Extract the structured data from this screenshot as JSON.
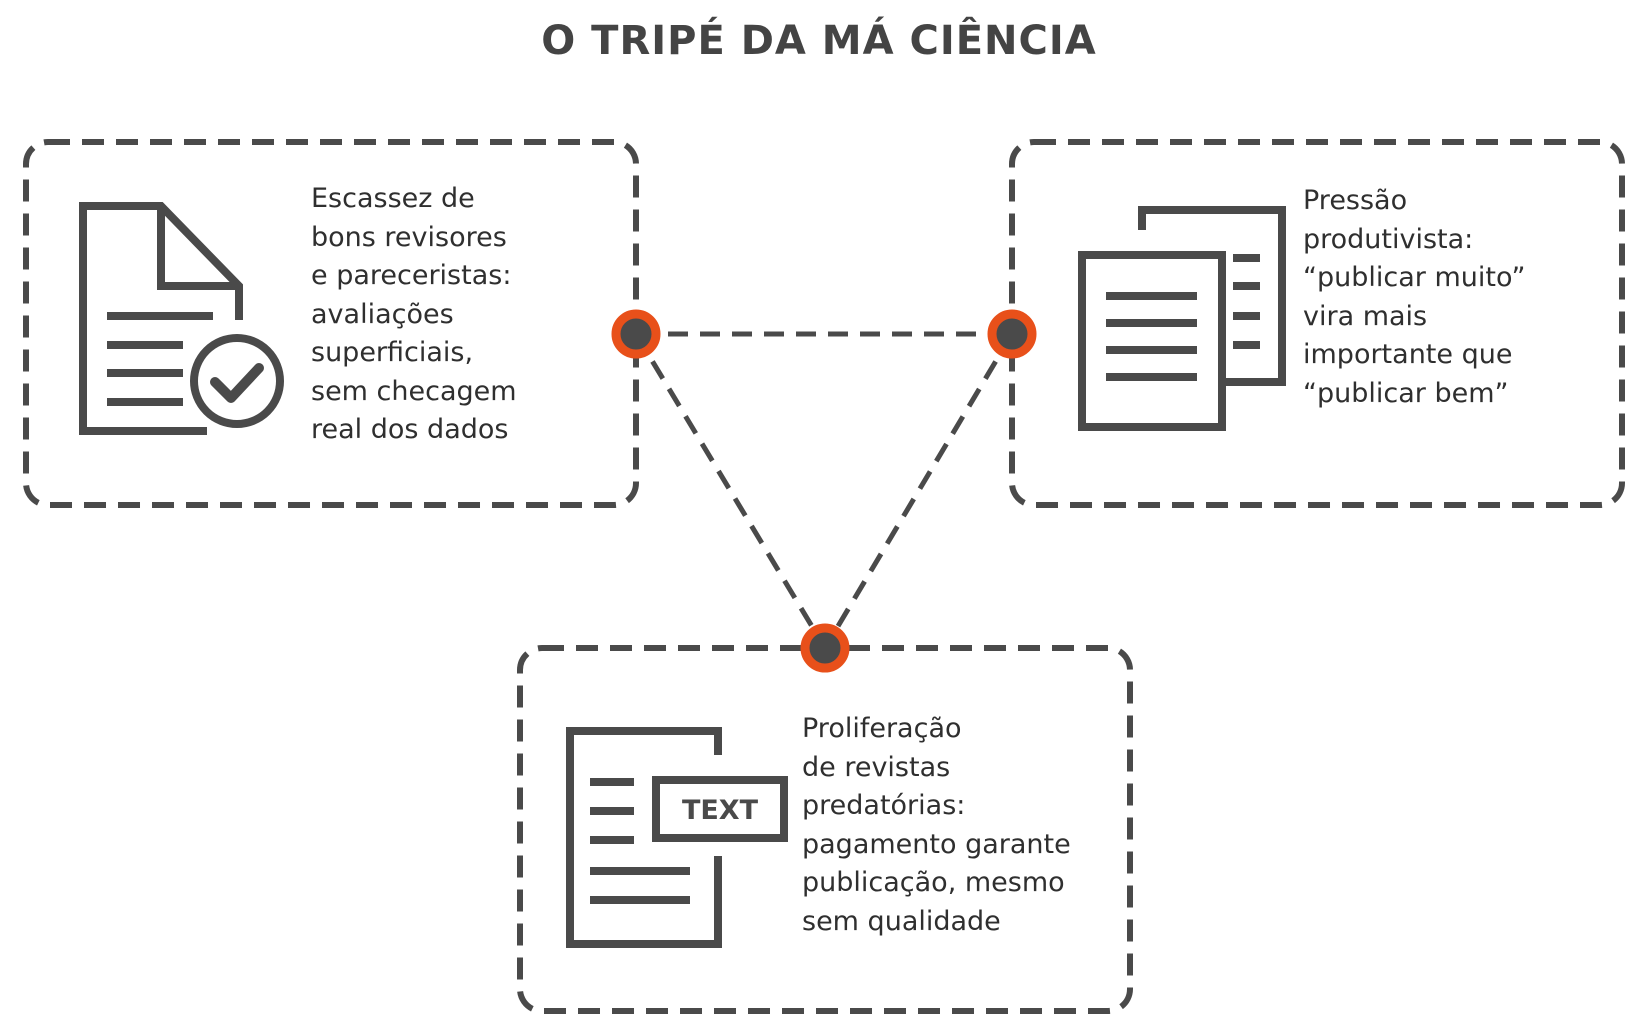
{
  "title": "O TRIPÉ DA MÁ CIÊNCIA",
  "colors": {
    "stroke": "#4a4a4a",
    "node_fill": "#4a4a4a",
    "node_ring": "#e8501a"
  },
  "boxes": [
    {
      "id": "reviewers",
      "icon": "document-check-icon",
      "lines": [
        "Escassez de",
        "bons revisores",
        "e pareceristas:",
        "avaliações",
        "superficiais,",
        "sem checagem",
        "real dos dados"
      ]
    },
    {
      "id": "productivism",
      "icon": "documents-stack-icon",
      "lines": [
        "Pressão",
        "produtivista:",
        "“publicar muito”",
        "vira mais",
        "importante que",
        "“publicar bem”"
      ]
    },
    {
      "id": "predatory",
      "icon": "document-text-icon",
      "icon_label": "TEXT",
      "lines": [
        "Proliferação",
        "de revistas",
        "predatórias:",
        "pagamento garante",
        "publicação, mesmo",
        "sem qualidade"
      ]
    }
  ]
}
